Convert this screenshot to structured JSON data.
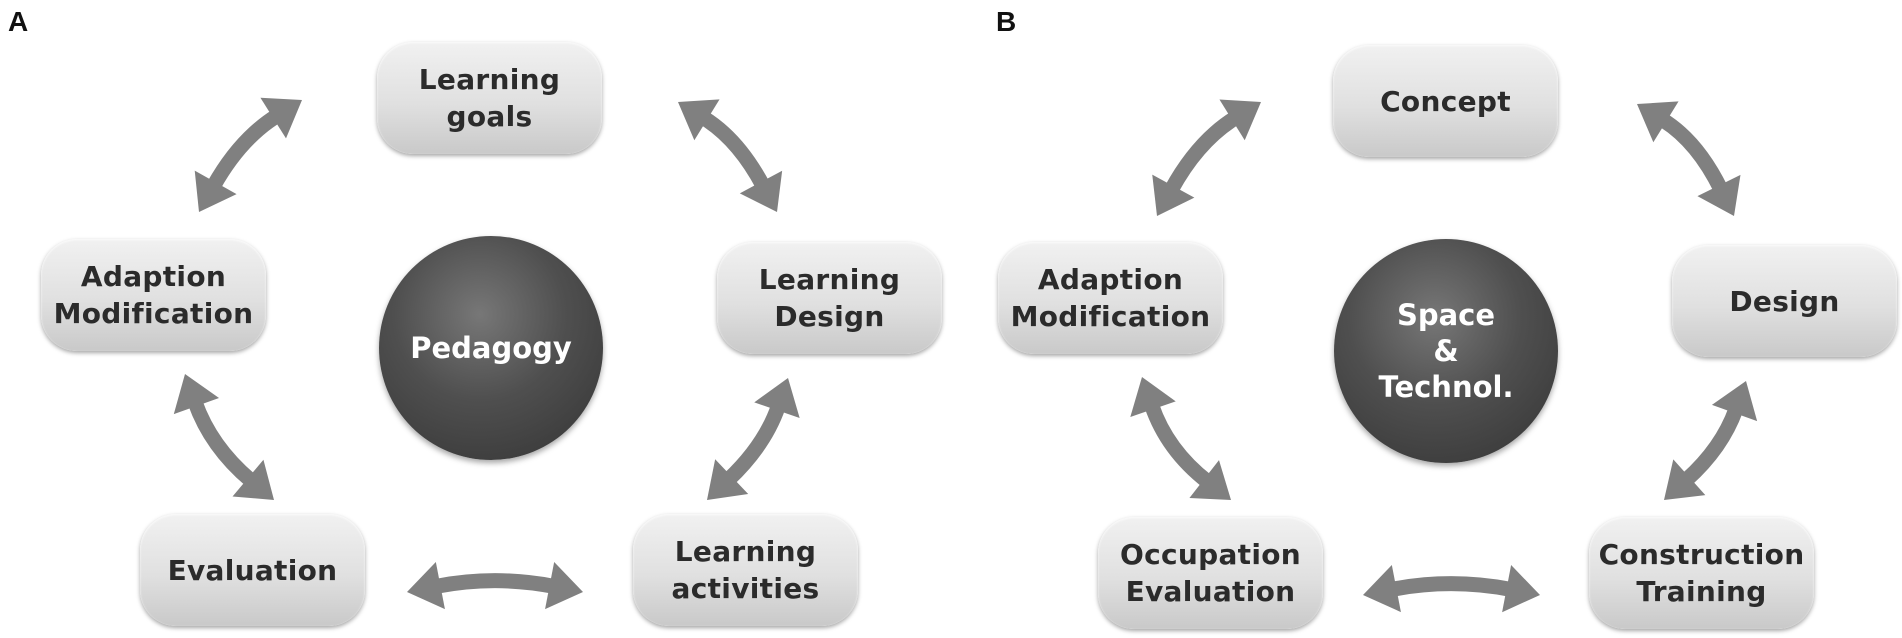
{
  "panels": [
    {
      "letter": "A",
      "hub": "Pedagogy",
      "nodes": {
        "top": "Learning\ngoals",
        "right": "Learning\nDesign",
        "bottom_right": "Learning\nactivities",
        "bottom_left": "Evaluation",
        "left": "Adaption\nModification"
      }
    },
    {
      "letter": "B",
      "hub": "Space\n&\nTechnol.",
      "nodes": {
        "top": "Concept",
        "right": "Design",
        "bottom_right": "Construction\nTraining",
        "bottom_left": "Occupation\nEvaluation",
        "left": "Adaption\nModification"
      }
    }
  ],
  "colors": {
    "arrow": "#808080",
    "hub": "#4a4a4a",
    "node": "#e3e3e3",
    "node_text": "#2b2b2b",
    "hub_text": "#ffffff"
  },
  "icons": {
    "arrow": "double-headed-arrow"
  }
}
